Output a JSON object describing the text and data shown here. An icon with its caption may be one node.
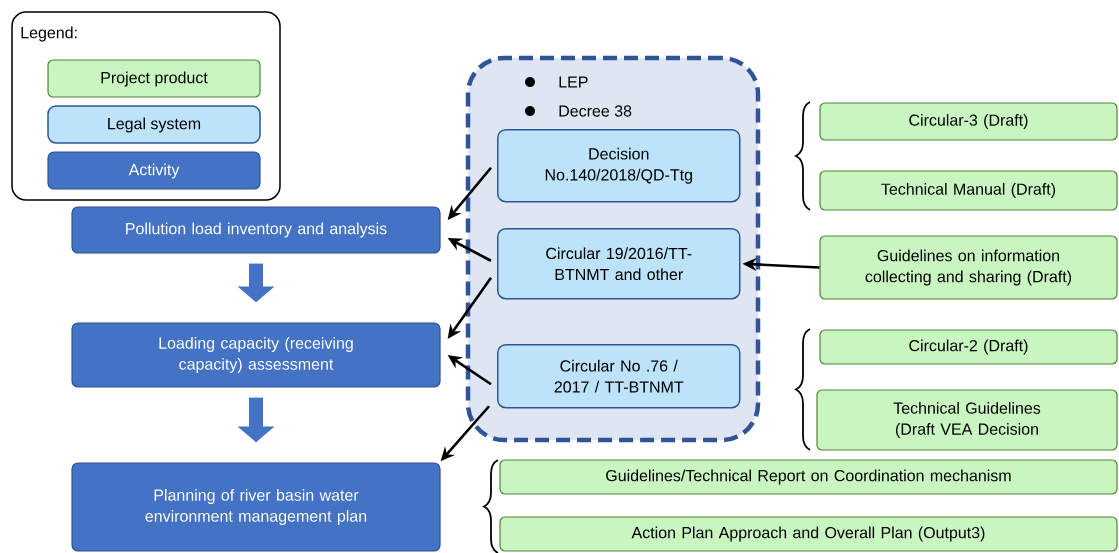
{
  "diagram": {
    "nodes": [
      {
        "text": [
          "Pollution load inventory and analysis"
        ]
      },
      {
        "text": [
          "Loading capacity (receiving capacity) assessment"
        ]
      },
      {
        "text": [
          "Planning of river basin water environment management plan"
        ]
      },
      {
        "text": [
          "LEP",
          "Decree 38"
        ]
      },
      {
        "text": [
          "Decision No.140/2018/QD-Ttg"
        ],
        "in": 3
      },
      {
        "text": [
          "Circular 19/2016/TT-BTNMT and other"
        ],
        "in": 3
      },
      {
        "text": [
          "Circular No .76 / 2017 / TT-BTNMT"
        ],
        "in": 3
      },
      {
        "text": [
          "Circular-3 (Draft)"
        ]
      },
      {
        "text": [
          "Technical Manual (Draft)"
        ]
      },
      {
        "text": [
          "Guidelines on information collecting and sharing (Draft)"
        ]
      },
      {
        "text": [
          "Circular-2 (Draft)"
        ]
      },
      {
        "text": [
          "Technical Guidelines (Draft VEA Decision"
        ]
      },
      {
        "text": [
          "Guidelines/Technical Report on Coordination mechanism"
        ]
      },
      {
        "text": [
          "Action Plan Approach and Overall Plan (Output3)"
        ]
      }
    ],
    "edges": [
      {
        "from": 0,
        "to": 1,
        "arrow": "to",
        "style": "thick",
        "color": "#4472c4"
      },
      {
        "from": 1,
        "to": 2,
        "arrow": "to",
        "style": "thick",
        "color": "#4472c4"
      },
      {
        "from": 4,
        "to": 0,
        "arrow": "to"
      },
      {
        "from": 5,
        "to": 0,
        "arrow": "to"
      },
      {
        "from": 5,
        "to": 1,
        "arrow": "to"
      },
      {
        "from": 6,
        "to": 1,
        "arrow": "to"
      },
      {
        "from": 6,
        "to": 2,
        "arrow": "to"
      },
      {
        "from": 9,
        "to": 5,
        "arrow": "to"
      }
    ],
    "labels": [
      "Legend:"
    ],
    "legend": [
      {
        "text": "Project product",
        "color": "#c8f5c0"
      },
      {
        "text": "Legal system",
        "color": "#bde3fb"
      },
      {
        "text": "Activity",
        "color": "#4472c4"
      }
    ]
  }
}
